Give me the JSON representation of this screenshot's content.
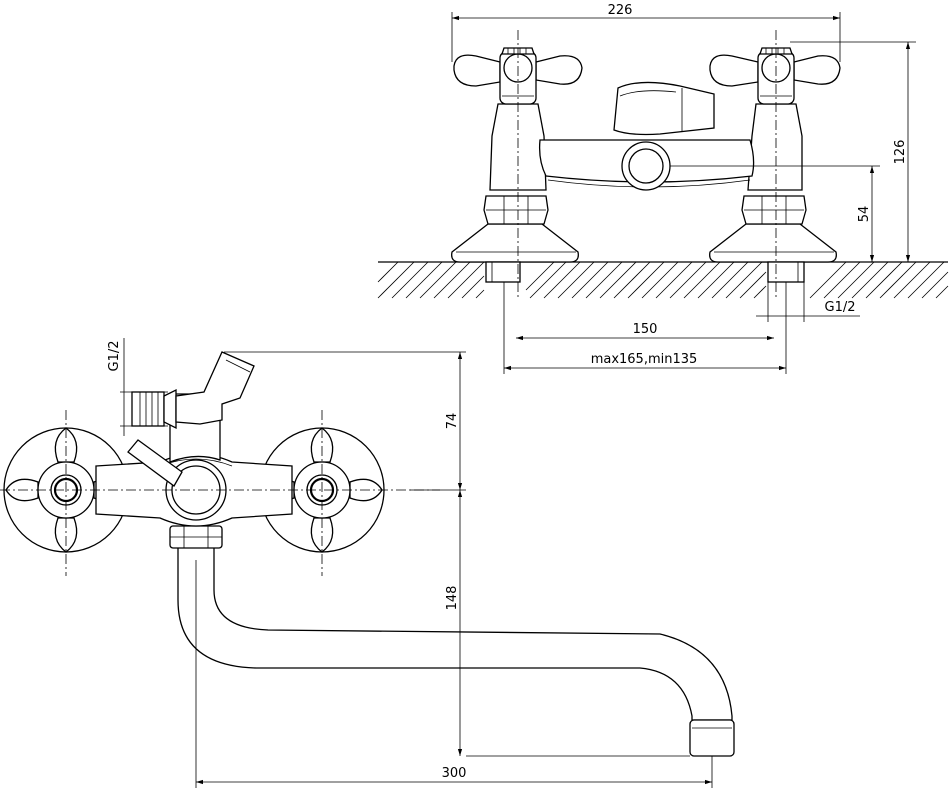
{
  "dimensions": {
    "overall_width": "226",
    "total_height": "126",
    "outlet_height": "54",
    "thread_top": "G1/2",
    "centers": "150",
    "center_range": "max165,min135",
    "thread_side": "G1/2",
    "diverter_height": "74",
    "spout_height": "148",
    "spout_reach": "300"
  }
}
